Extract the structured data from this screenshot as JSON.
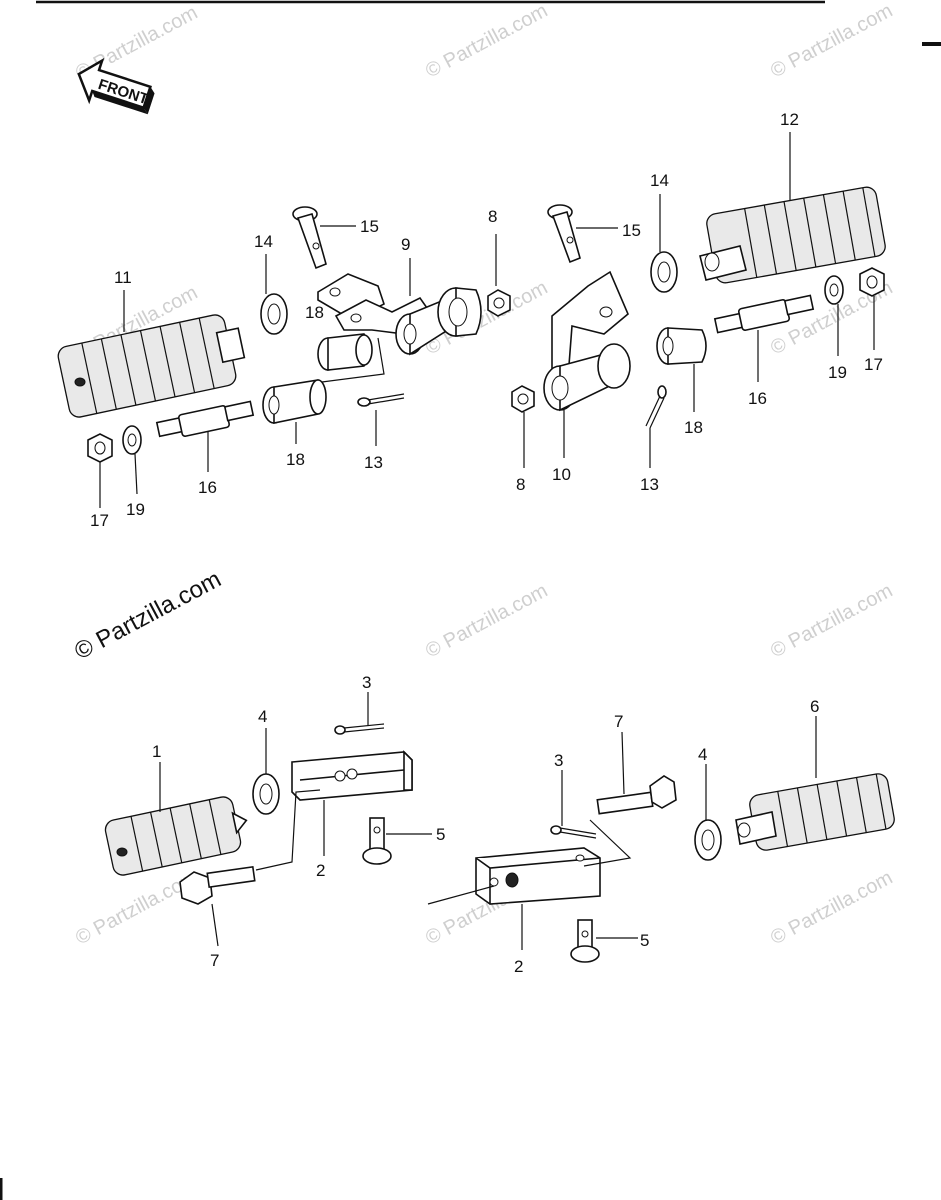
{
  "front_marker": "FRONT",
  "watermarks": {
    "main": "© Partzilla.com",
    "faint": "© Partzilla.com"
  },
  "callouts": {
    "c1": "1",
    "c2a": "2",
    "c2b": "2",
    "c3a": "3",
    "c3b": "3",
    "c4a": "4",
    "c4b": "4",
    "c5a": "5",
    "c5b": "5",
    "c6": "6",
    "c7a": "7",
    "c7b": "7",
    "c8a": "8",
    "c8b": "8",
    "c9": "9",
    "c10": "10",
    "c11": "11",
    "c12": "12",
    "c13a": "13",
    "c13b": "13",
    "c14a": "14",
    "c14b": "14",
    "c15a": "15",
    "c15b": "15",
    "c16a": "16",
    "c16b": "16",
    "c17a": "17",
    "c17b": "17",
    "c18a": "18",
    "c18b": "18",
    "c18c": "18",
    "c19a": "19",
    "c19b": "19"
  },
  "colors": {
    "ink": "#111111",
    "watermark": "#cfcfcf",
    "background": "#ffffff"
  }
}
